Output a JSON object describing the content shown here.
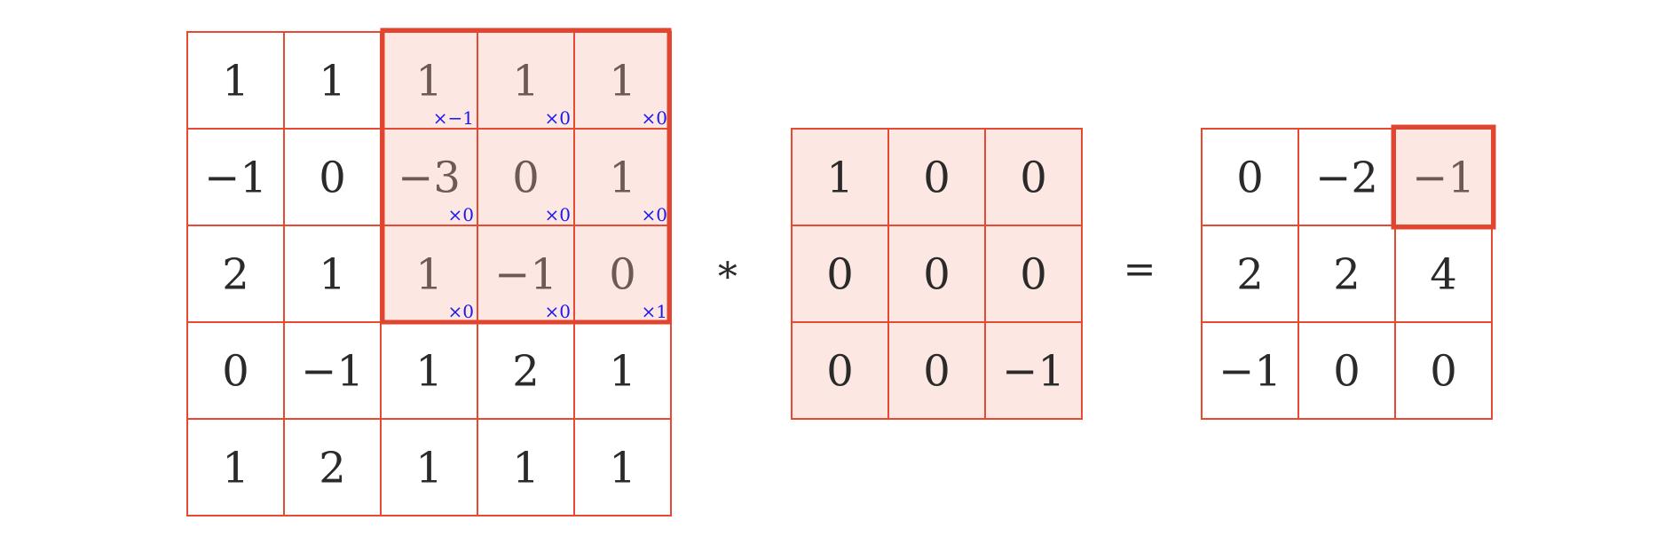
{
  "input_matrix": [
    [
      "1",
      "1",
      "1",
      "1",
      "1"
    ],
    [
      "−1",
      "0",
      "−3",
      "0",
      "1"
    ],
    [
      "2",
      "1",
      "1",
      "−1",
      "0"
    ],
    [
      "0",
      "−1",
      "1",
      "2",
      "1"
    ],
    [
      "1",
      "2",
      "1",
      "1",
      "1"
    ]
  ],
  "window_weights": [
    [
      "×−1",
      "×0",
      "×0"
    ],
    [
      "×0",
      "×0",
      "×0"
    ],
    [
      "×0",
      "×0",
      "×1"
    ]
  ],
  "kernel_matrix": [
    [
      "1",
      "0",
      "0"
    ],
    [
      "0",
      "0",
      "0"
    ],
    [
      "0",
      "0",
      "−1"
    ]
  ],
  "output_matrix": [
    [
      "0",
      "−2",
      "−1"
    ],
    [
      "2",
      "2",
      "4"
    ],
    [
      "−1",
      "0",
      "0"
    ]
  ],
  "convolution_operator": "∗",
  "equals_operator": "=",
  "highlight": {
    "input_window_start_row": 0,
    "input_window_start_col": 2,
    "output_row": 0,
    "output_col": 2
  },
  "colors": {
    "grid_line": "#e64a32",
    "highlight_border": "#e04530",
    "highlight_fill": "#fde7e2",
    "weight_text": "#1a1aee",
    "text": "#2a2a2a",
    "dim_text": "#6e5a54"
  }
}
